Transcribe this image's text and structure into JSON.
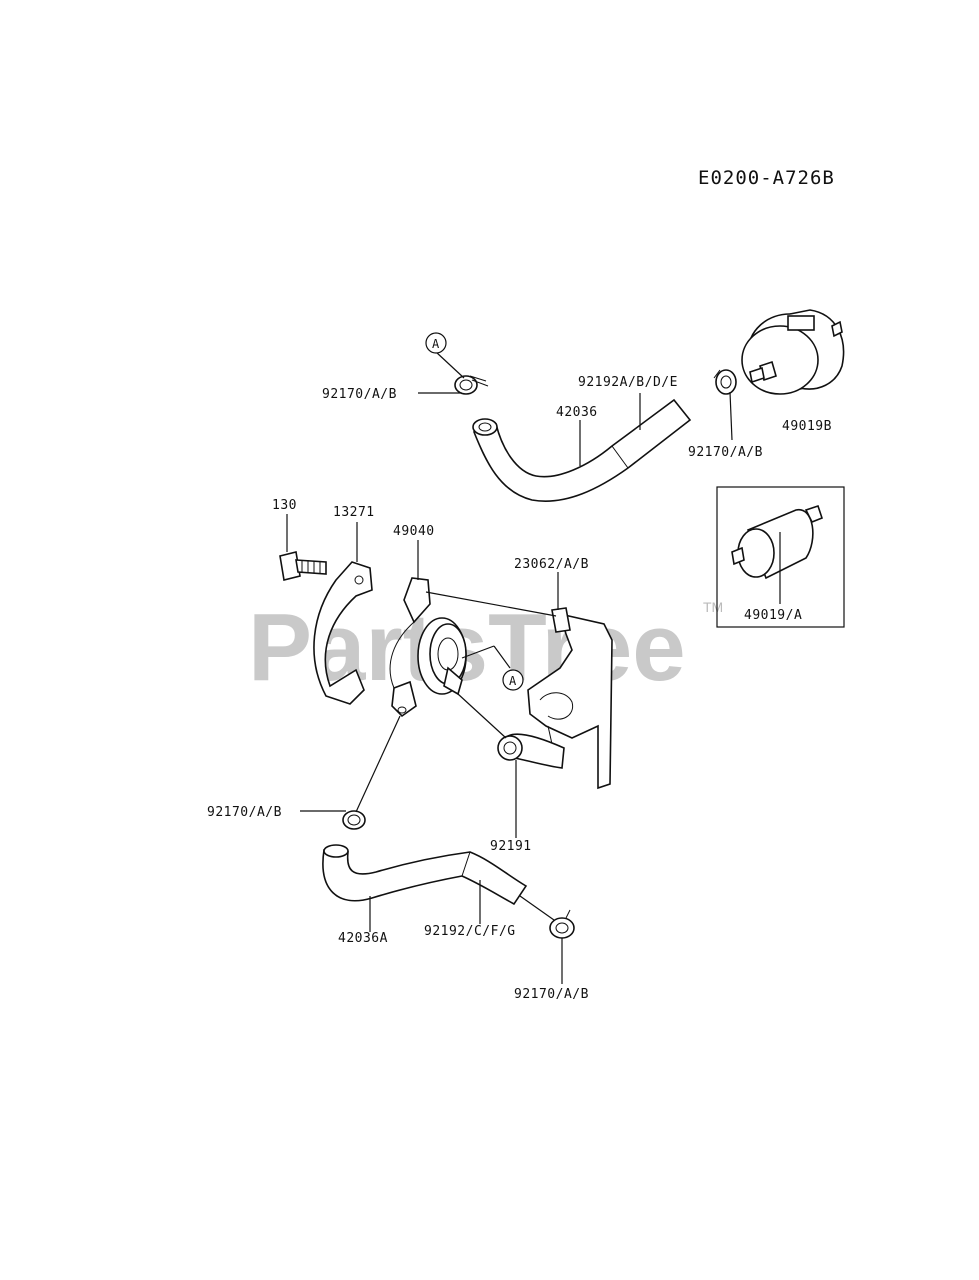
{
  "diagram_code": "E0200-A726B",
  "watermark": {
    "brand": "PartsTree",
    "trademark": "TM"
  },
  "callouts": {
    "ref_a_top": "A",
    "ref_a_mid": "A",
    "clamp_top_left": "92170/A/B",
    "hose_top_outer": "92192A/B/D/E",
    "hose_top": "42036",
    "clamp_top_right": "92170/A/B",
    "filter_top": "49019B",
    "bolt": "130",
    "bracket": "13271",
    "valve": "49040",
    "clip": "23062/A/B",
    "filter_box": "49019/A",
    "clamp_mid_left": "92170/A/B",
    "joint": "92191",
    "hose_bottom": "42036A",
    "hose_bottom_outer": "92192/C/F/G",
    "clamp_bottom": "92170/A/B"
  }
}
